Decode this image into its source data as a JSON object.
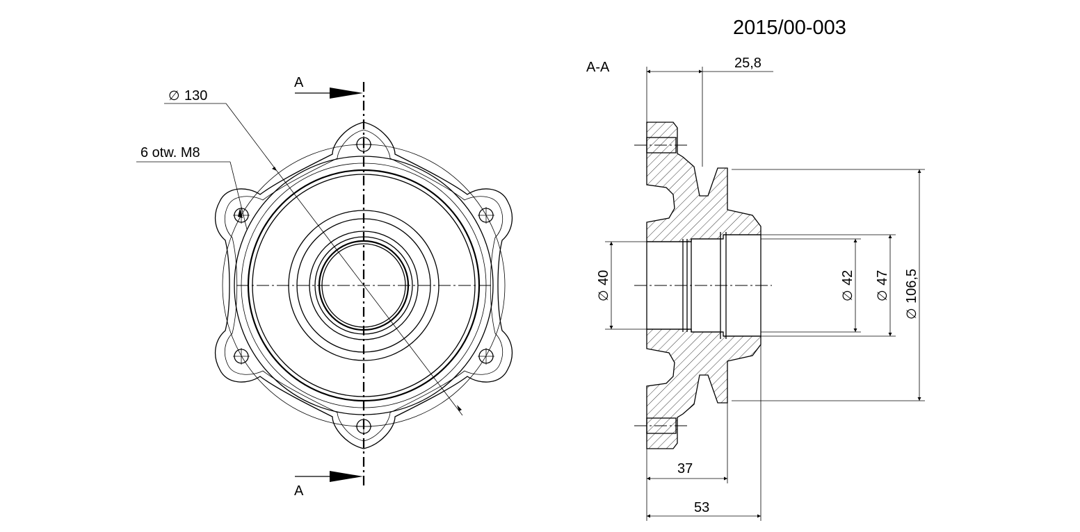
{
  "drawing_number": "2015/00-003",
  "section_label": "A-A",
  "section_marker": "A",
  "diameter_symbol": "∅",
  "front_view": {
    "bolt_circle_diameter": "130",
    "holes_note": "6 otw. M8"
  },
  "section_view": {
    "dim_top": "25,8",
    "dim_bottom_inner": "37",
    "dim_bottom_outer": "53",
    "dia_bore": "40",
    "dia_inner_right": "42",
    "dia_groove": "47",
    "dia_outer": "106,5"
  }
}
